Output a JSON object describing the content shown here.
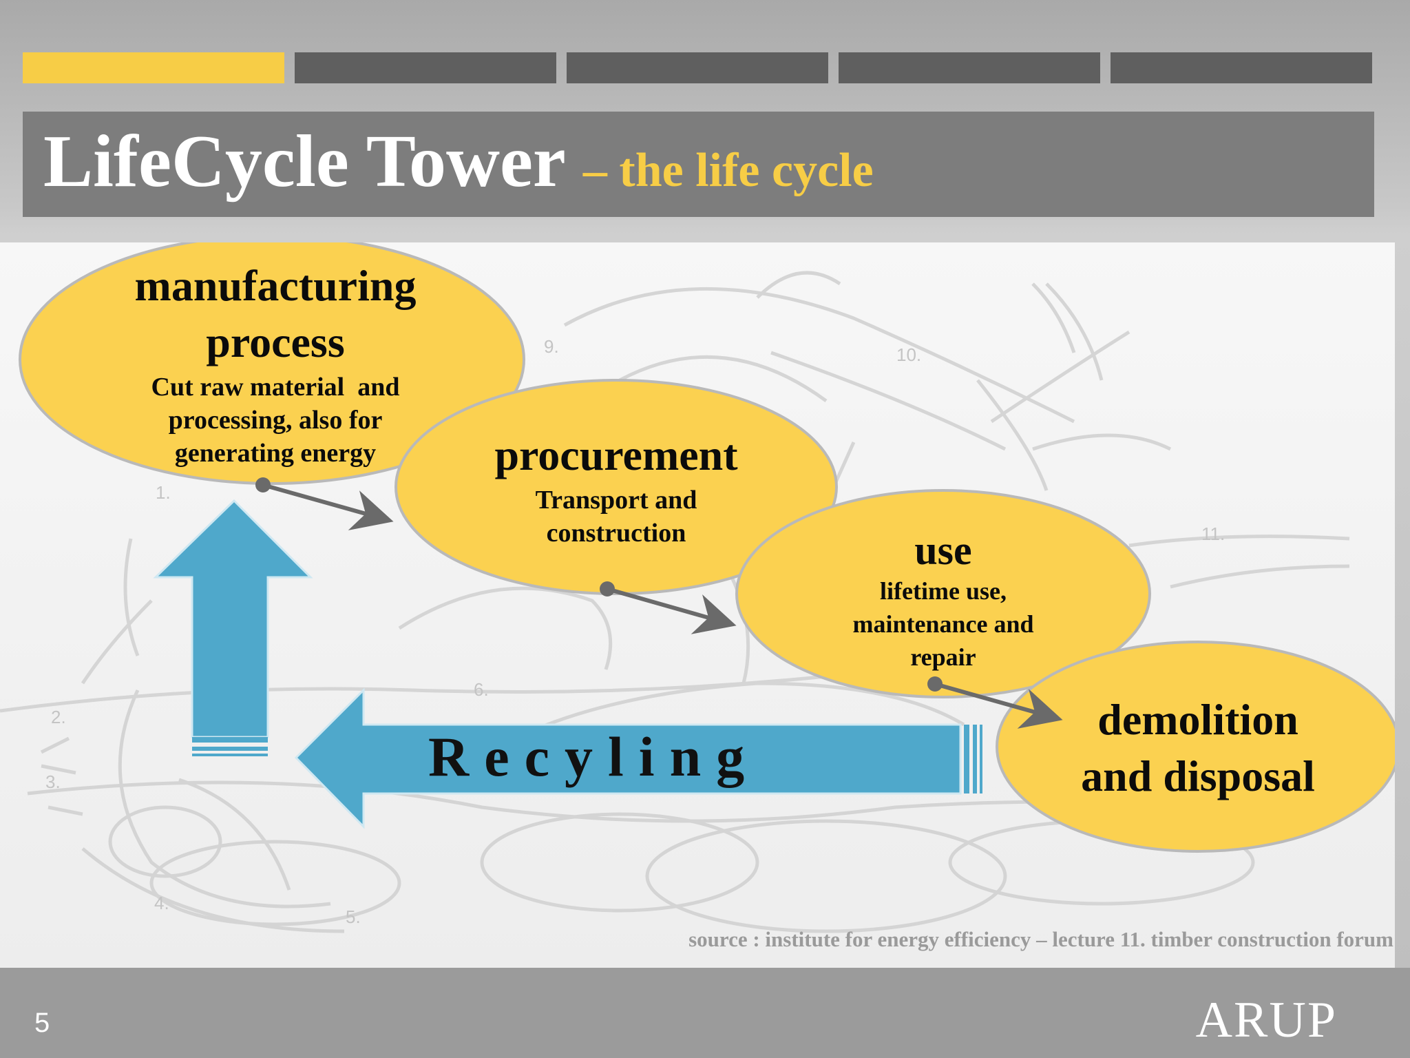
{
  "slide": {
    "title": "LifeCycle Tower",
    "subtitle": "– the life cycle",
    "page_number": "5",
    "logo_text": "ARUP",
    "source": "source : institute for energy efficiency – lecture 11. timber construction forum"
  },
  "progress": {
    "total_segments": 5,
    "active_index": 0,
    "colors": {
      "active": "#f7cd46",
      "inactive": "#5f5f5f"
    }
  },
  "colors": {
    "bubble_fill": "#fbd150",
    "bubble_stroke": "#b9b9b9",
    "recycle_arrow": "#4fa8cb",
    "connector": "#6a6a6a",
    "title_bar": "#7d7d7d",
    "subtitle": "#f7cd46"
  },
  "stages": [
    {
      "id": "manufacturing",
      "heading": [
        "manufacturing",
        "process"
      ],
      "detail": [
        "Cut raw material  and",
        "processing, also for",
        "generating energy"
      ]
    },
    {
      "id": "procurement",
      "heading": [
        "procurement"
      ],
      "detail": [
        "Transport and",
        "construction"
      ]
    },
    {
      "id": "use",
      "heading": [
        "use"
      ],
      "detail": [
        "lifetime use,",
        "maintenance and",
        "repair"
      ]
    },
    {
      "id": "demolition",
      "heading": [
        "demolition",
        "and disposal"
      ],
      "detail": []
    }
  ],
  "recycling": {
    "label": "Recyling"
  },
  "background_labels": [
    "9.",
    "10.",
    "11.",
    "1.",
    "2.",
    "3.",
    "4.",
    "5.",
    "6."
  ]
}
